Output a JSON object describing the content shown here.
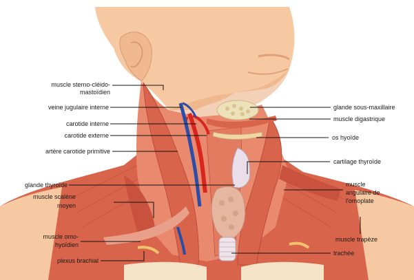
{
  "labels": {
    "sternocleido_1": "muscle sterno-cléido-",
    "sternocleido_2": "mastoïdien",
    "jugulaire": "veine jugulaire interne",
    "carotide_interne": "carotide interne",
    "carotide_externe": "carotide externe",
    "carotide_primitive": "artère carotide primitive",
    "thyroide_glande": "glande thyroïde",
    "scalene_1": "muscle scalène",
    "scalene_2": "moyen",
    "omo_1": "muscle omo-",
    "omo_2": "hyoïdien",
    "plexus": "plexus brachial",
    "sous_maxillaire": "glande sous-maxillaire",
    "digastrique": "muscle digastrique",
    "hyoide": "os hyoïde",
    "cartilage": "cartilage thyroïde",
    "angulaire_1": "muscle",
    "angulaire_2": "angulaire de",
    "angulaire_3": "l'omoplate",
    "trapeze": "muscle trapèze",
    "trachee": "trachée"
  },
  "colors": {
    "skin": "#f6c9a2",
    "skin_shadow": "#e9a97d",
    "muscle": "#d9644c",
    "muscle_light": "#e98a6e",
    "muscle_dark": "#b84535",
    "artery": "#d8261e",
    "vein": "#2b4da8",
    "gland": "#e6b6a0",
    "bone": "#f1d7a8",
    "fat": "#eee0b8",
    "line": "#111111"
  }
}
